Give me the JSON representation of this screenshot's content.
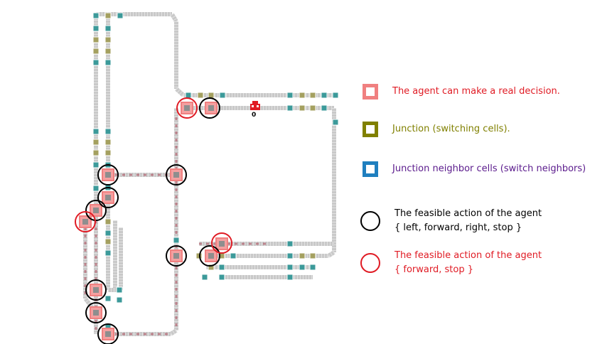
{
  "train_label": "0",
  "colors": {
    "decision": "#f08080",
    "junction": "#808000",
    "neighbor": "#1f7fbf",
    "action_full": "#000000",
    "action_limited": "#e01b24",
    "rail": "#c9c9c9",
    "rail_tie": "#e2e2e2",
    "text_decision": "#e01b24",
    "text_junction": "#808000",
    "text_neighbor": "#5a1a8c",
    "text_action_full": "#000000",
    "text_action_limited": "#e01b24"
  },
  "legend": {
    "decision": {
      "label": "The agent can make a real decision.",
      "swatch": "square",
      "color": "#f08080"
    },
    "junction": {
      "label": "Junction (switching cells).",
      "swatch": "square",
      "color": "#808000"
    },
    "neighbor": {
      "label": "Junction neighbor cells (switch neighbors)",
      "swatch": "square",
      "color": "#1f7fbf"
    },
    "action_full": {
      "label_line1": "The feasible action of the agent",
      "label_line2": "{ left, forward, right, stop }",
      "swatch": "circle",
      "color": "#000000"
    },
    "action_limited": {
      "label_line1": "The feasible action of the agent",
      "label_line2": "{ forward, stop }",
      "swatch": "circle",
      "color": "#e01b24"
    }
  }
}
